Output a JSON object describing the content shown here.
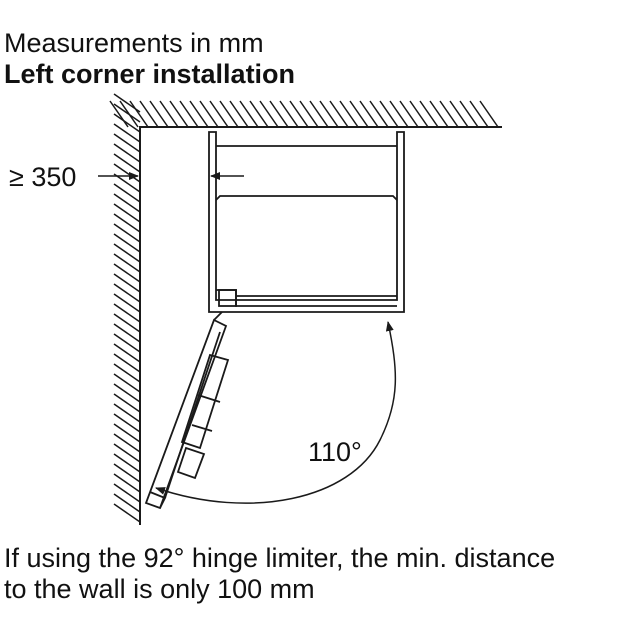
{
  "header": {
    "title": "Measurements in mm",
    "subtitle": "Left corner installation"
  },
  "dimensions": {
    "wall_distance": "≥ 350",
    "door_angle": "110°"
  },
  "note": {
    "line1": "If using the 92° hinge limiter, the min. distance",
    "line2": "to the wall is only 100 mm"
  },
  "colors": {
    "line": "#1a1a1a",
    "background": "#ffffff"
  }
}
